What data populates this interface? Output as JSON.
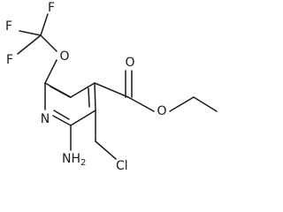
{
  "molecule": {
    "atoms": {
      "fluorine_top": "F",
      "fluorine_left_upper": "F",
      "fluorine_left_lower": "F",
      "ether_oxygen": "O",
      "carbonyl_oxygen": "O",
      "ester_oxygen": "O",
      "ring_nitrogen": "N",
      "amino_group": "NH",
      "amino_group_subscript": "2",
      "chlorine": "Cl"
    }
  }
}
